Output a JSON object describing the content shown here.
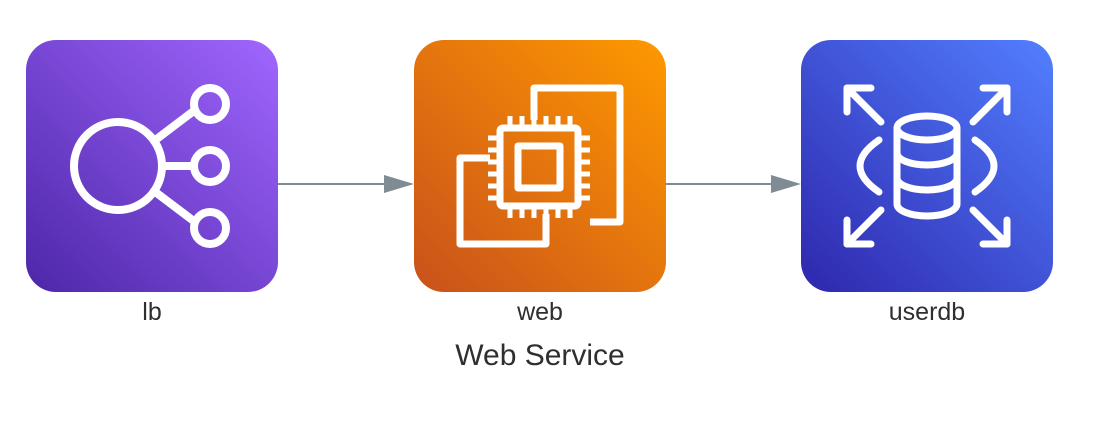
{
  "diagram": {
    "nodes": [
      {
        "id": "lb",
        "label": "lb",
        "icon": "elastic-load-balancing-icon",
        "color_from": "#4d27a8",
        "color_to": "#a166ff"
      },
      {
        "id": "web",
        "label": "web",
        "icon": "ec2-instances-icon",
        "color_from": "#c8511b",
        "color_to": "#ff9900"
      },
      {
        "id": "userdb",
        "label": "userdb",
        "icon": "rds-database-icon",
        "color_from": "#2e27ad",
        "color_to": "#527fff"
      }
    ],
    "edges": [
      {
        "from": "lb",
        "to": "web"
      },
      {
        "from": "web",
        "to": "userdb"
      }
    ],
    "group_label": "Web Service",
    "edge_color": "#7f8c94"
  }
}
